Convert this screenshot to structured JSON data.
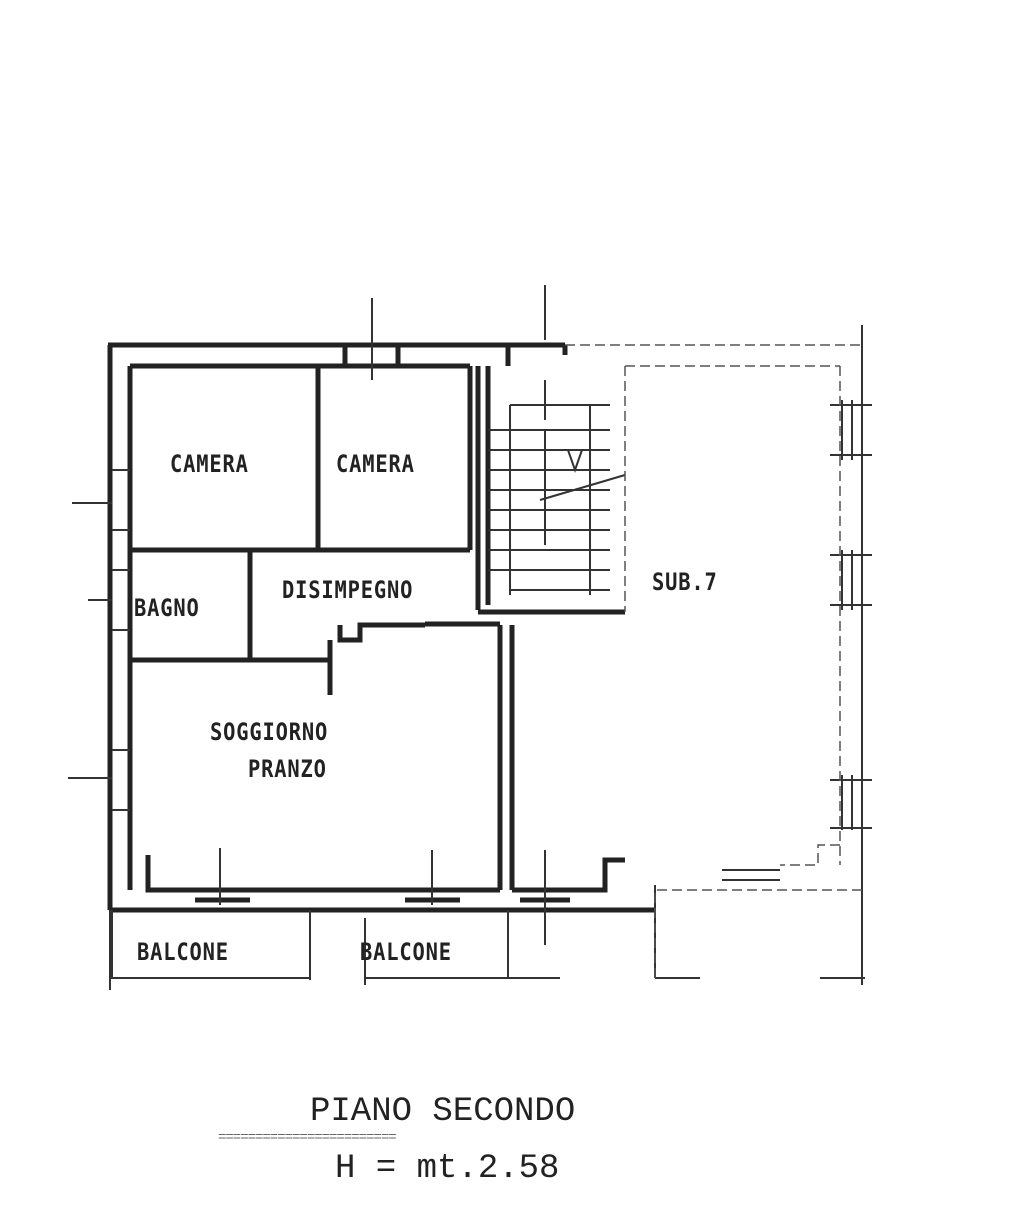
{
  "rooms": {
    "camera_1": "CAMERA",
    "camera_2": "CAMERA",
    "bagno": "BAGNO",
    "disimpegno": "DISIMPEGNO",
    "soggiorno_line1": "SOGGIORNO",
    "soggiorno_line2": "PRANZO",
    "balcone_1": "BALCONE",
    "balcone_2": "BALCONE",
    "sub": "SUB.7"
  },
  "footer": {
    "floor_title": "PIANO SECONDO",
    "underline": "========================",
    "height": "H = mt.2.58"
  }
}
